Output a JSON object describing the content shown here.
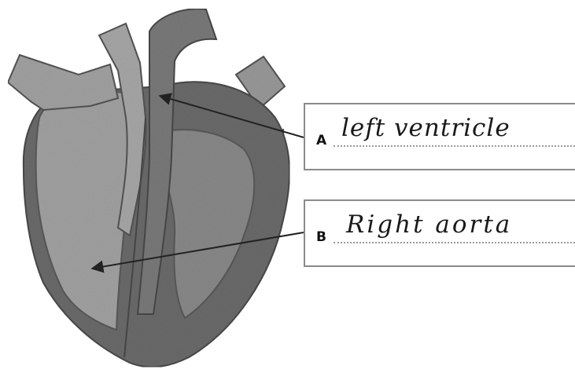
{
  "labels": [
    {
      "letter": "A",
      "answer": "left ventricle"
    },
    {
      "letter": "B",
      "answer": "Right aorta"
    }
  ],
  "colors": {
    "outer_wall": "#6a6a6a",
    "inner_chamber": "#9c9c9c",
    "vessel": "#7a7a7a",
    "outline": "#555555",
    "arrow": "#222222"
  }
}
